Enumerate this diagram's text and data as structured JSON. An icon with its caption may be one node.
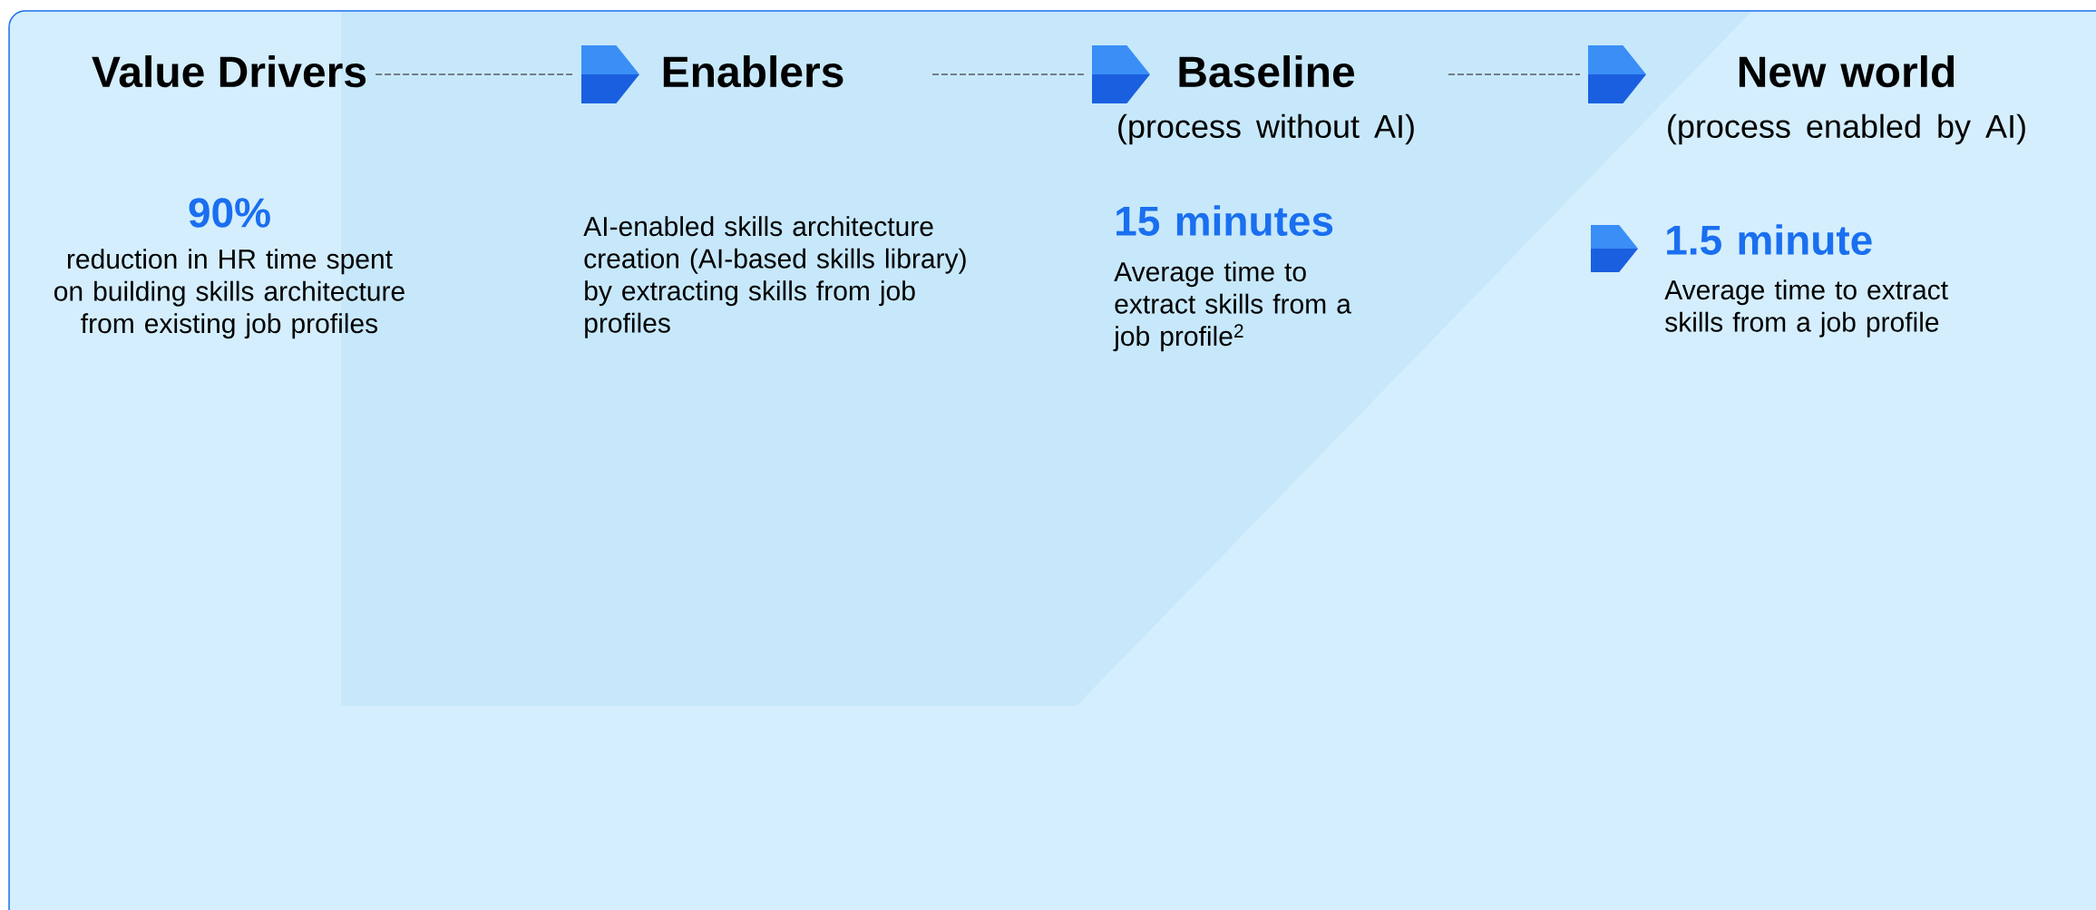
{
  "diagram": {
    "nodes": [
      {
        "text": [
          "Value Drivers"
        ]
      },
      {
        "text": [
          "Enablers"
        ]
      },
      {
        "text": [
          "Baseline",
          "(process without AI)"
        ]
      },
      {
        "text": [
          "New world",
          "(process enabled by AI)"
        ]
      }
    ],
    "edges": [
      {
        "from": 0,
        "to": 1,
        "arrow": "none",
        "style": "dashed"
      },
      {
        "from": 1,
        "to": 2,
        "arrow": "none",
        "style": "dashed"
      },
      {
        "from": 2,
        "to": 3,
        "arrow": "none",
        "style": "dashed"
      }
    ],
    "labels": [
      "90%",
      "reduction in HR time spent on building skills architecture from existing job profiles",
      "AI-enabled skills architecture creation (AI-based skills library) by extracting skills from job profiles",
      "15 minutes",
      "Average time to extract skills from a job profile$^{2}$",
      "1.5 minute",
      "Average time to extract skills from a job profile"
    ]
  }
}
